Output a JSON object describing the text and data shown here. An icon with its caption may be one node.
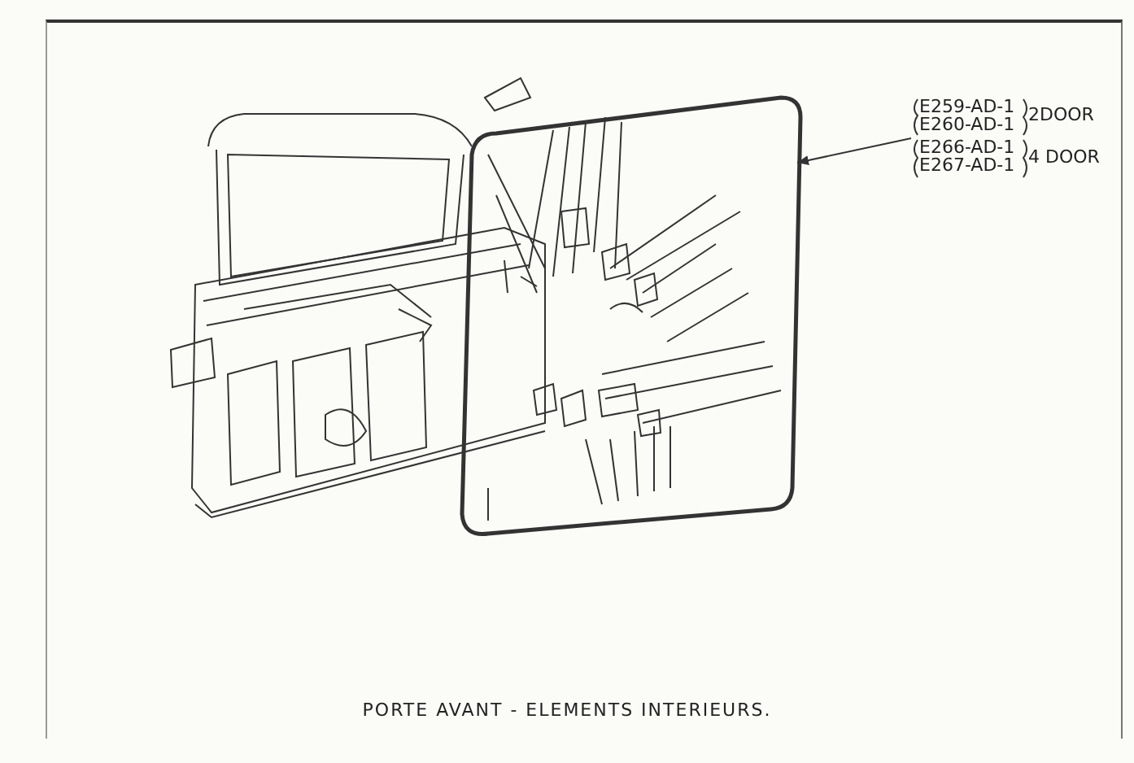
{
  "diagram": {
    "caption": "PORTE AVANT - ELEMENTS INTERIEURS.",
    "nodes": [
      {
        "text": [
          "E259-AD-1",
          "E260-AD-1",
          "2DOOR",
          "E266-AD-1",
          "E267-AD-1",
          "4 DOOR"
        ]
      },
      {
        "text": [],
        "shape": "picture"
      }
    ],
    "edges": [
      {
        "from": 0,
        "to": 1,
        "arrow": "to"
      }
    ]
  }
}
